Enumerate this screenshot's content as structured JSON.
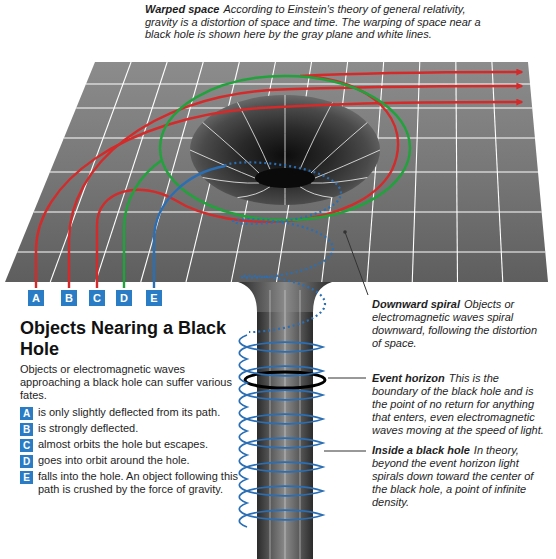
{
  "diagram": {
    "title": "Objects Nearing a Black Hole",
    "nodes": [
      {
        "text": [
          "A"
        ]
      },
      {
        "text": [
          "B"
        ]
      },
      {
        "text": [
          "C"
        ]
      },
      {
        "text": [
          "D"
        ]
      },
      {
        "text": [
          "E"
        ]
      },
      {
        "text": [
          "A"
        ]
      },
      {
        "text": [
          "B"
        ]
      },
      {
        "text": [
          "C"
        ]
      },
      {
        "text": [
          "D"
        ]
      },
      {
        "text": [
          "E"
        ]
      }
    ],
    "labels": [
      "Warped space",
      "According to Einstein's theory of general relativity, gravity is a distortion of space and time. The warping of space near a black hole is shown here by the gray plane and white lines.",
      "Objects or electromagnetic waves approaching a black hole can suffer various fates.",
      "is only slightly deflected from its path.",
      "is strongly deflected.",
      "almost orbits the hole but escapes.",
      "goes into orbit around the hole.",
      "falls into the hole. An object following this path is crushed by the force of gravity.",
      "Downward spiral",
      "Objects or electromagnetic waves spiral downward, following the distortion of space.",
      "Event horizon",
      "This is the boundary of the black hole and is the point of no return for anything that enters, even electromagnetic waves moving at the speed of light.",
      "Inside a black hole",
      "In theory, beyond the event horizon light spirals down toward the center of the black hole, a point of infinite density."
    ]
  }
}
